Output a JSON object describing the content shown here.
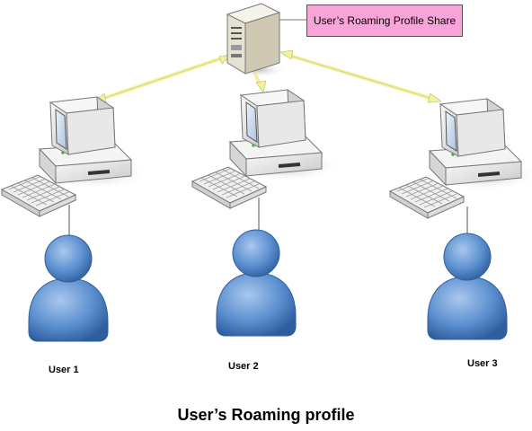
{
  "share_label": "User’s Roaming Profile Share",
  "users": [
    {
      "label": "User 1"
    },
    {
      "label": "User 2"
    },
    {
      "label": "User 3"
    }
  ],
  "caption": "User’s Roaming profile",
  "colors": {
    "share_label_fill": "#f9a4d9",
    "connector": "#f2f29c",
    "user_icon": "#5b8fcf",
    "computer_case": "#e9e9e9",
    "screen": "#c9d9ec"
  },
  "icons": [
    "server-icon",
    "computer-icon",
    "keyboard-icon",
    "user-icon"
  ]
}
